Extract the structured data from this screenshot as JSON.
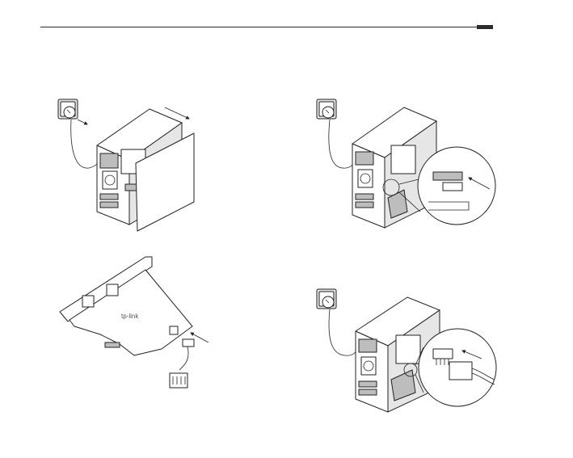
{
  "figure": {
    "panels": [
      {
        "name": "unplug-and-remove-cover"
      },
      {
        "name": "insert-card-into-slot"
      },
      {
        "name": "connect-cable-to-card"
      },
      {
        "name": "connect-cable-to-motherboard"
      }
    ],
    "card_logo": "tp-link"
  }
}
